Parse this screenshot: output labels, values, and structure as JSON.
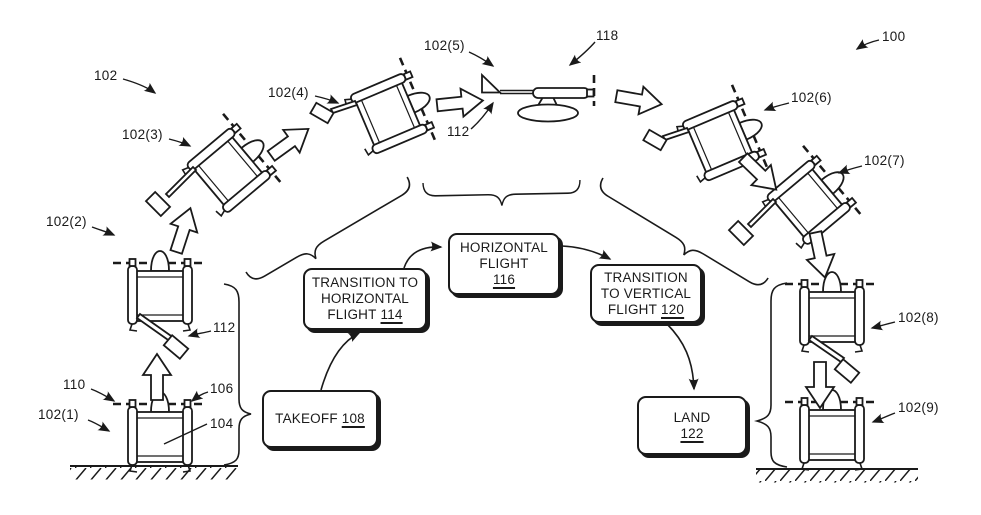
{
  "figure": {
    "background": "#ffffff",
    "line_color": "#1a1a1a"
  },
  "callouts": {
    "system": "100",
    "aircraft_group": "102",
    "stage1": "102(1)",
    "stage2": "102(2)",
    "stage3": "102(3)",
    "stage4": "102(4)",
    "stage5": "102(5)",
    "stage6": "102(6)",
    "stage7": "102(7)",
    "stage8": "102(8)",
    "stage9": "102(9)",
    "body": "104",
    "rotor_right": "106",
    "rotor_left": "110",
    "tail_hover": "112",
    "tail_flight": "112",
    "wing": "118"
  },
  "flowchart": {
    "takeoff": {
      "label": "TAKEOFF",
      "number": "108"
    },
    "transition_to_horizontal": {
      "line1": "TRANSITION TO",
      "line2": "HORIZONTAL",
      "line3": "FLIGHT",
      "number": "114"
    },
    "horizontal_flight": {
      "line1": "HORIZONTAL",
      "line2": "FLIGHT",
      "number": "116"
    },
    "transition_to_vertical": {
      "line1": "TRANSITION",
      "line2": "TO VERTICAL",
      "line3": "FLIGHT",
      "number": "120"
    },
    "land": {
      "label": "LAND",
      "number": "122"
    }
  }
}
